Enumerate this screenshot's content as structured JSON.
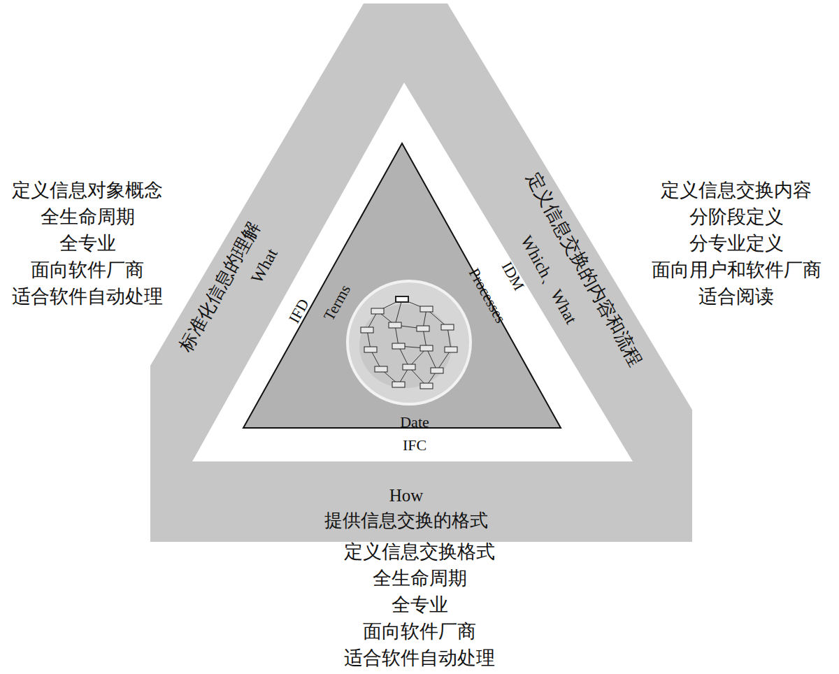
{
  "diagram": {
    "nodes": [
      {
        "text": [
          "标准化信息的理解",
          "What",
          "定义信息交换的内容和流程",
          "Which、What",
          "How",
          "提供信息交换的格式"
        ]
      },
      {
        "text": [
          "IFD",
          "Terms",
          "IDM",
          "Processes",
          "Date",
          "IFC"
        ],
        "in": 0
      }
    ],
    "labels": [
      "定义信息对象概念 全生命周期 全专业 面向软件厂商 适合软件自动处理",
      "定义信息交换内容 分阶段定义 分专业定义 面向用户和软件厂商 适合阅读",
      "定义信息交换格式 全生命周期 全专业 面向软件厂商 适合软件自动处理"
    ]
  }
}
